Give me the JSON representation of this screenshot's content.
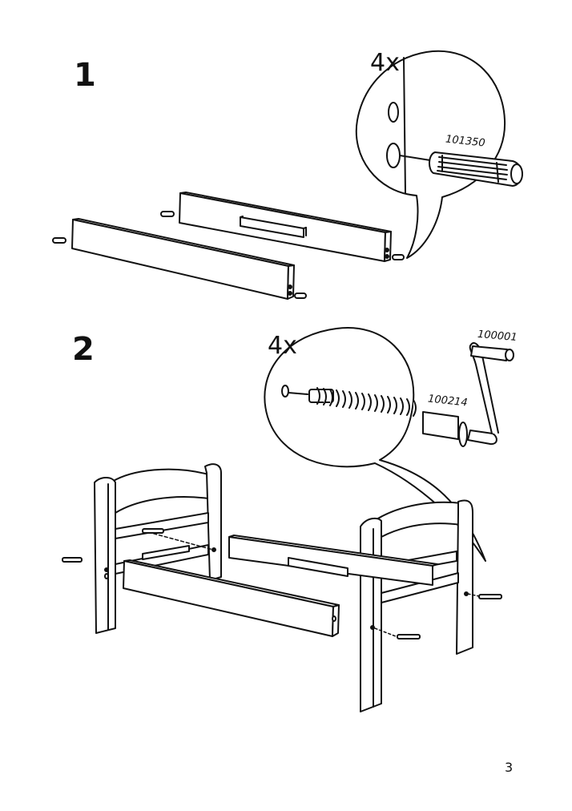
{
  "steps": [
    {
      "number": "1",
      "quantity": "4x",
      "part_number": "101350"
    },
    {
      "number": "2",
      "quantity": "4x",
      "part_number_bolt": "100214",
      "part_number_key": "100001"
    }
  ],
  "page_number": "3",
  "colors": {
    "ink": "#111111",
    "paper": "#ffffff"
  }
}
